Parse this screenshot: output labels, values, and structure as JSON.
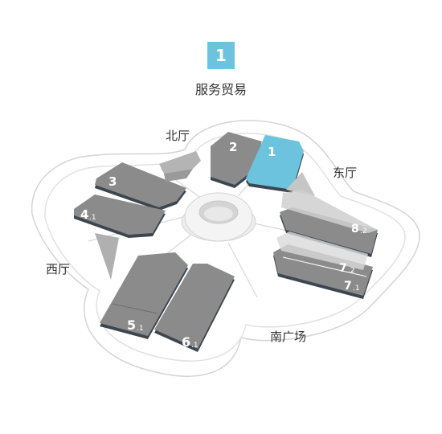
{
  "header": {
    "badge_number": "1",
    "subtitle": "服务贸易",
    "badge_color": "#6cc3dd"
  },
  "areas": {
    "north": "北厅",
    "east": "东厅",
    "west": "西厅",
    "south": "南广场"
  },
  "halls": [
    {
      "id": "1",
      "label": "1",
      "sub": "",
      "highlighted": true
    },
    {
      "id": "2",
      "label": "2",
      "sub": "",
      "highlighted": false
    },
    {
      "id": "3",
      "label": "3",
      "sub": "",
      "highlighted": false
    },
    {
      "id": "4.1",
      "label": "4",
      "sub": ".1",
      "highlighted": false
    },
    {
      "id": "5.1",
      "label": "5",
      "sub": ".1",
      "highlighted": false
    },
    {
      "id": "6.1",
      "label": "6",
      "sub": ".1",
      "highlighted": false
    },
    {
      "id": "7.1",
      "label": "7",
      "sub": ".1",
      "highlighted": false
    },
    {
      "id": "7.2",
      "label": "7",
      "sub": ".2",
      "highlighted": false
    },
    {
      "id": "8.2",
      "label": "8",
      "sub": ".2",
      "highlighted": false
    }
  ],
  "colors": {
    "highlight": "#6cc3dd",
    "hall_fill": "#8b8b8b",
    "hall_edge": "#3c4650",
    "floor_outline": "#d6d6d6"
  }
}
